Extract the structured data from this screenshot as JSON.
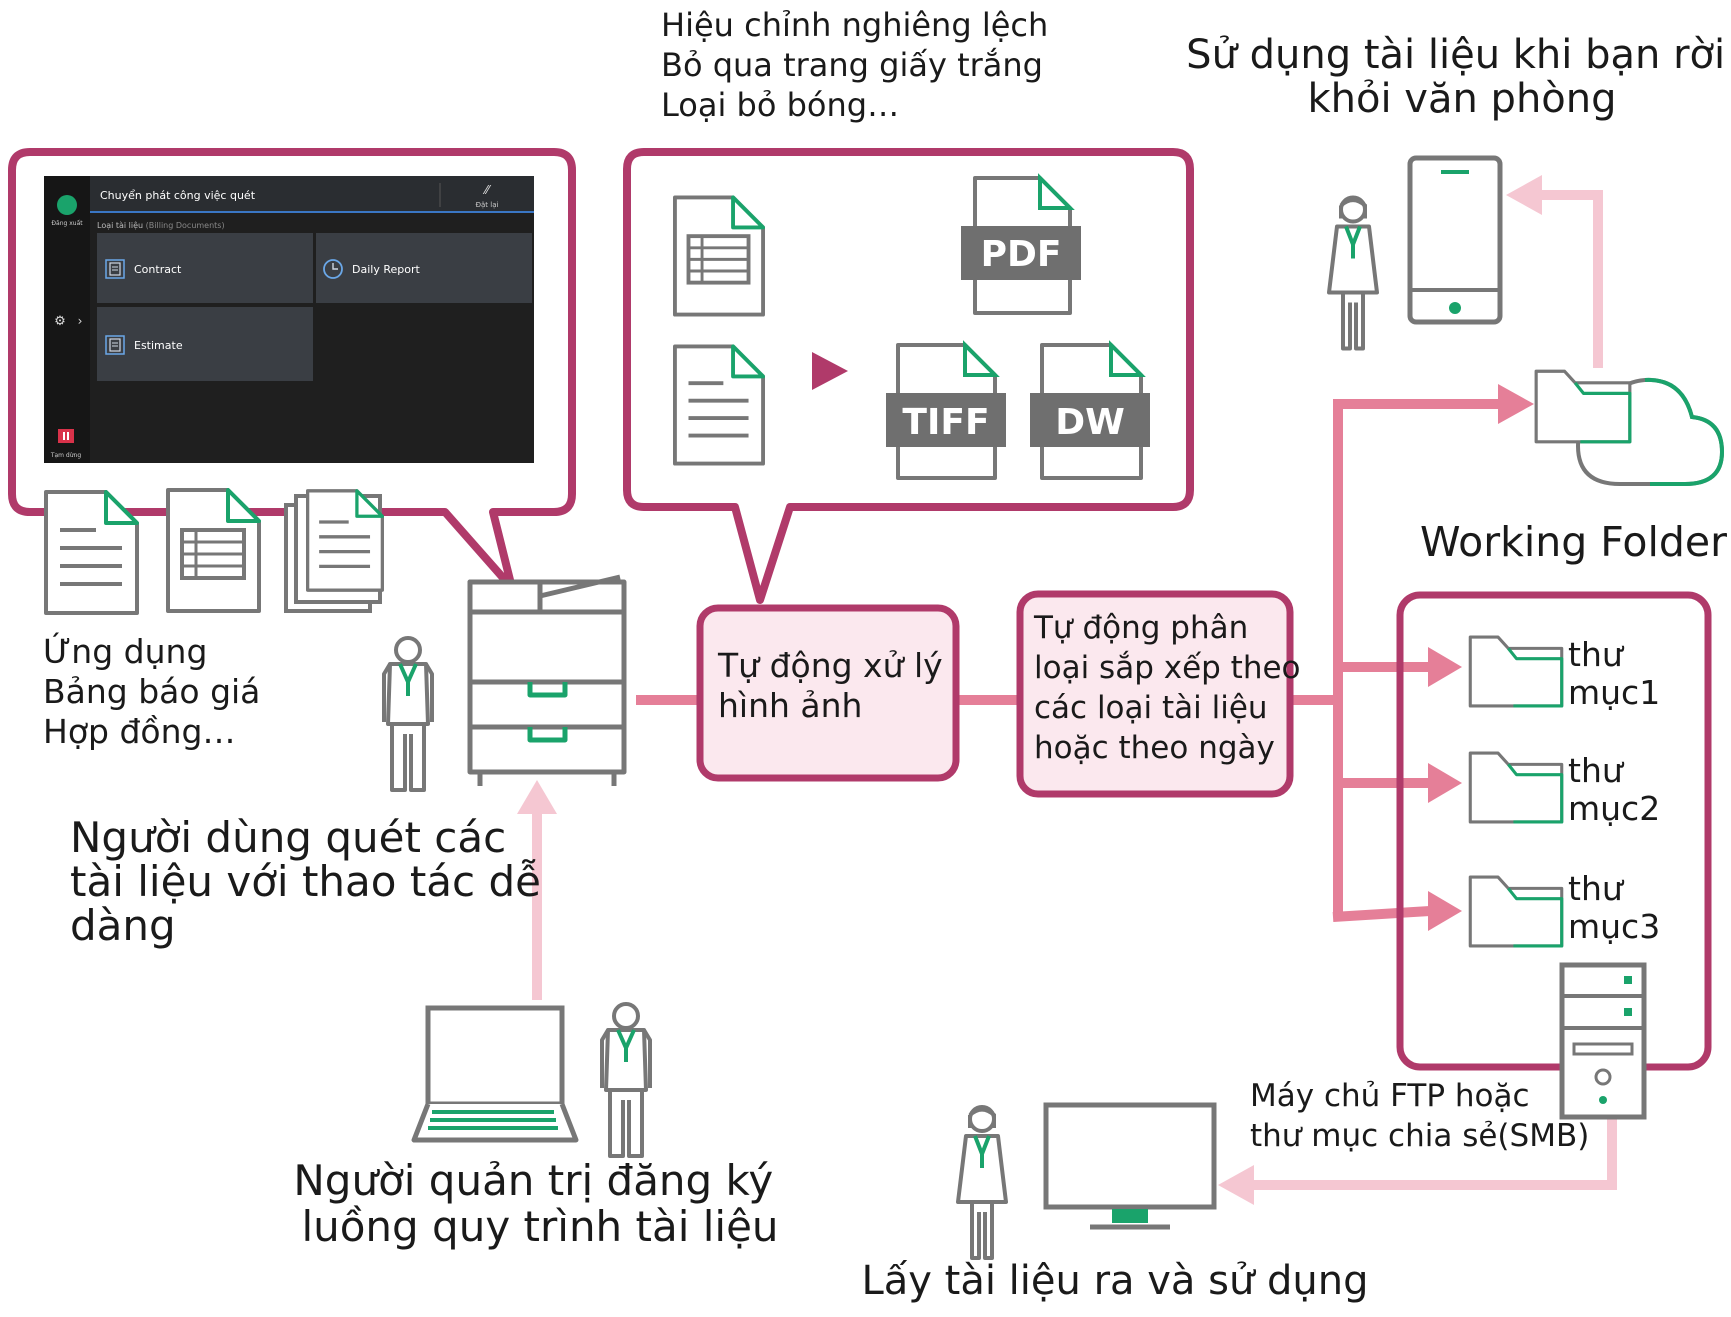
{
  "colors": {
    "magenta": "#b03a6a",
    "magenta_light_fill": "#fbe8ee",
    "arrow_pink": "#e57f98",
    "arrow_pale": "#f5c7d2",
    "green": "#1aa36b",
    "gray": "#777777",
    "dark_panel": "#1f1f1f",
    "tile": "#3a3e44"
  },
  "screen": {
    "title": "Chuyển phát công việc quét",
    "logout_label": "Đăng xuất",
    "reset_label": "Đặt lại",
    "category_label": "Loại tài liệu",
    "category_sub": "(Billing Documents)",
    "buttons": [
      "Contract",
      "Daily Report",
      "Estimate"
    ],
    "pause_label": "Tạm dừng"
  },
  "scan_docs_caption": [
    "Ứng dụng",
    "Bảng báo giá",
    "Hợp đồng…"
  ],
  "user_caption": [
    "Người dùng quét các",
    "tài liệu với thao tác dễ",
    "dàng"
  ],
  "admin_caption": [
    "Người quản trị đăng ký",
    "luồng quy trình tài liệu"
  ],
  "processing_features": [
    "Hiệu chỉnh nghiêng lệch",
    "Bỏ qua trang giấy trắng",
    "Loại bỏ bóng…"
  ],
  "formats": [
    "PDF",
    "TIFF",
    "DW"
  ],
  "auto_image_box": [
    "Tự động xử lý",
    "hình ảnh"
  ],
  "auto_sort_box": [
    "Tự động phân",
    "loại sắp xếp theo",
    "các loại tài liệu",
    "hoặc theo ngày"
  ],
  "mobile_caption": [
    "Sử dụng tài liệu khi bạn rời",
    "khỏi văn phòng"
  ],
  "working_folder_label": "Working Folder",
  "folders": [
    {
      "line1": "thư",
      "line2": "mục1"
    },
    {
      "line1": "thư",
      "line2": "mục2"
    },
    {
      "line1": "thư",
      "line2": "mục3"
    }
  ],
  "server_caption": [
    "Máy chủ FTP hoặc",
    "thư mục chia sẻ(SMB)"
  ],
  "retrieve_caption": "Lấy tài liệu ra và sử dụng",
  "icons": [
    "user-icon",
    "gear-icon",
    "pause-icon",
    "doc-icon",
    "mfp-printer-icon",
    "laptop-icon",
    "smartphone-icon",
    "folder-icon",
    "cloud-icon",
    "server-icon",
    "monitor-icon"
  ]
}
